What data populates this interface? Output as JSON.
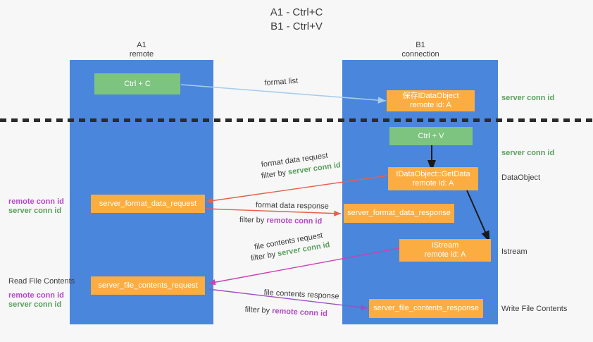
{
  "title": {
    "line1": "A1 - Ctrl+C",
    "line2": "B1 - Ctrl+V"
  },
  "columns": [
    {
      "name": "A1",
      "sub": "remote"
    },
    {
      "name": "B1",
      "sub": "connection"
    }
  ],
  "colors": {
    "panel": "#4a86db",
    "box_orange": "#fbad41",
    "box_green": "#7cc47f",
    "green_text": "#5aa05e",
    "purple_text": "#b24bc4",
    "arrow_blue": "#a8cdec",
    "arrow_red": "#e8604c",
    "arrow_magenta": "#cf3fb4",
    "arrow_purple": "#9b4fc8",
    "arrow_black": "#1a1a1a",
    "dashed_line": "#2b2b2b"
  },
  "nodes": {
    "ctrl_c": {
      "label": "Ctrl + C"
    },
    "ctrl_v": {
      "label": "Ctrl + V"
    },
    "dataobject": {
      "line1": "保存IDataObject",
      "line2": "remote id: A"
    },
    "getdata": {
      "line1": "IDataObject::GetData",
      "line2": "remote id: A"
    },
    "istream": {
      "line1": "IStream",
      "line2": "remote id: A"
    },
    "fmt_req": {
      "label": "server_format_data_request"
    },
    "fmt_resp": {
      "label": "server_format_data_response"
    },
    "file_req": {
      "label": "server_file_contents_request"
    },
    "file_resp": {
      "label": "server_file_contents_response"
    }
  },
  "right_labels": {
    "server_conn_id_1": "server conn id",
    "server_conn_id_2": "server conn id",
    "dataobject": "DataObject",
    "istream": "Istream",
    "write_file_contents": "Write File Contents"
  },
  "left_labels": {
    "remote_conn_id_1": "remote conn id",
    "server_conn_id_1": "server conn id",
    "read_file_contents": "Read File Contents",
    "remote_conn_id_2": "remote conn id",
    "server_conn_id_2": "server conn id"
  },
  "edges": {
    "format_list": {
      "text": "format list"
    },
    "fmt_data_request": {
      "text": "format data request",
      "filter_prefix": "filter by ",
      "filter_key": "server conn id"
    },
    "fmt_data_response": {
      "text": "format data response",
      "filter_prefix": "filter by ",
      "filter_key": "remote conn id"
    },
    "file_contents_request": {
      "text": "file contents request",
      "filter_prefix": "filter by ",
      "filter_key": "server conn id"
    },
    "file_contents_response": {
      "text": "file contents response",
      "filter_prefix": "filter by ",
      "filter_key": "remote conn id"
    }
  }
}
